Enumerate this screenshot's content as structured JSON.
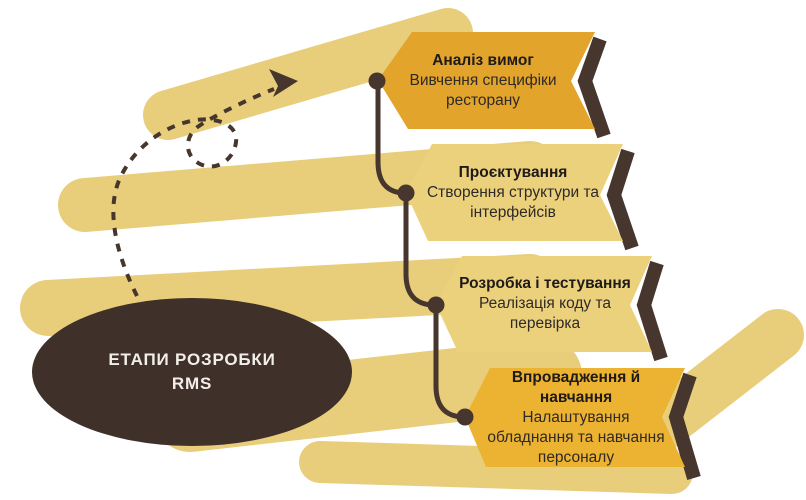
{
  "title": {
    "text": "ЕТАПИ РОЗРОБКИ\nRMS"
  },
  "stages": [
    {
      "heading": "Аналіз вимог",
      "body": "Вивчення специфіки\nресторану",
      "banner_style": "gold"
    },
    {
      "heading": "Проєктування",
      "body": "Створення структури та\nінтерфейсів",
      "banner_style": "pale"
    },
    {
      "heading": "Розробка і тестування",
      "body": "Реалізація коду та\nперевірка",
      "banner_style": "pale"
    },
    {
      "heading": "Впровадження й\nнавчання",
      "body": "Налаштування\nобладнання та навчання\nперсоналу",
      "banner_style": "gold-bright"
    }
  ],
  "icons": {
    "curved_dashed_arrow": "hand-drawn dashed arrow with loop pointing up-right",
    "timeline_dots": "4 connector dots on s-curved timeline"
  },
  "colors": {
    "background": "#ffffff",
    "brush_stroke": "#E8CE7B",
    "gold_banner": "#E3A42C",
    "gold_banner_bright": "#ECB231",
    "pale_banner": "#ECD17D",
    "dark_brown": "#46362E",
    "ellipse_fill": "#3F3029",
    "title_text": "#F2EFEA",
    "heading_text": "#1E1A17",
    "body_text": "#2E2A26"
  }
}
